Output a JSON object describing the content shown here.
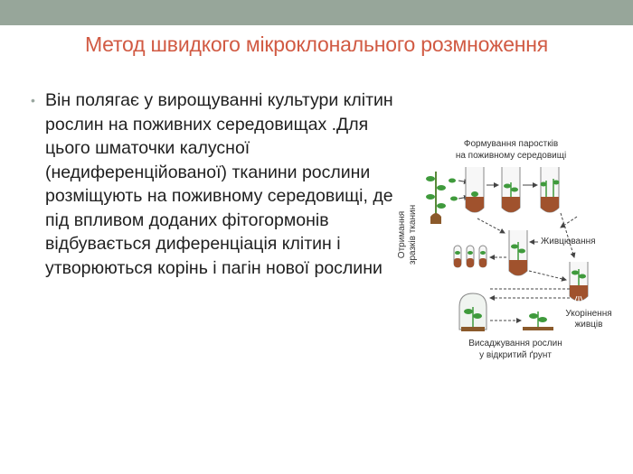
{
  "slide": {
    "title": "Метод швидкого мікроклонального розмноження",
    "bullet": "Він полягає у вирощуванні культури клітин рослин на поживних середовищах .Для цього шматочки калусної (недиференційованої) тканини рослини розміщують на поживному середовищі, де під впливом доданих фітогормонів відбувається диференціація клітин і утворюються корінь і пагін нової рослини"
  },
  "diagram": {
    "label_top_1": "Формування паростків",
    "label_top_2": "на поживному середовищі",
    "label_side_1": "Отримання",
    "label_side_2": "зразків тканин",
    "label_feeding": "Живцювання",
    "label_rooting_1": "Укорінення",
    "label_rooting_2": "живців",
    "label_planting_1": "Висаджування рослин",
    "label_planting_2": "у відкритий ґрунт"
  },
  "colors": {
    "top_bar": "#97a69a",
    "title": "#d15a43",
    "medium": "#a0522d",
    "leaf": "#3f9a3c"
  }
}
